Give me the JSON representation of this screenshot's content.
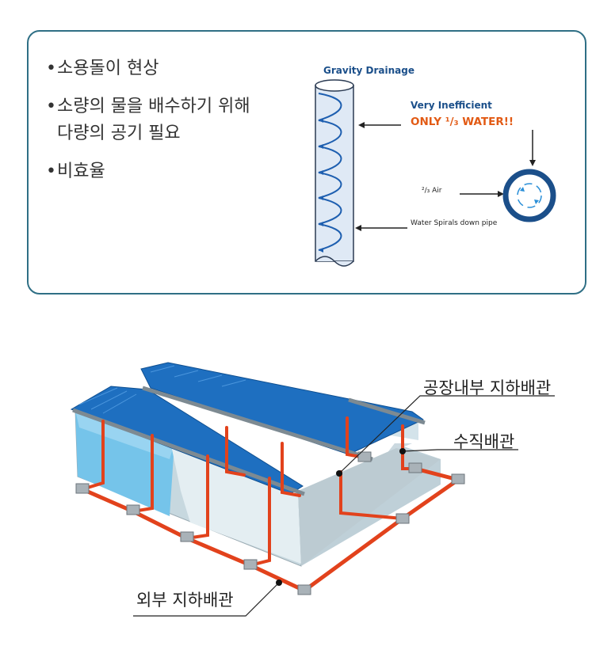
{
  "bullets": [
    {
      "lines": [
        "소용돌이 현상"
      ]
    },
    {
      "lines": [
        "소량의 물을 배수하기 위해",
        "다량의 공기 필요"
      ]
    },
    {
      "lines": [
        "비효율"
      ]
    }
  ],
  "drainage": {
    "title": "Gravity Drainage",
    "inefficient": "Very Inefficient",
    "only_water": "ONLY ¹/₃ WATER!!",
    "air": "²/₃ Air",
    "spiral": "Water Spirals down pipe"
  },
  "labels": {
    "inner_pipe": "공장내부 지하배관",
    "vertical_pipe": "수직배관",
    "outer_pipe": "외부 지하배관"
  },
  "colors": {
    "border": "#2f6f85",
    "roof": "#1e6fc0",
    "pipe": "#e2421c",
    "wall": "#c9d7de",
    "water": "#6cc1ea",
    "accent_orange": "#e25a14",
    "accent_blue": "#1b4f8a"
  }
}
